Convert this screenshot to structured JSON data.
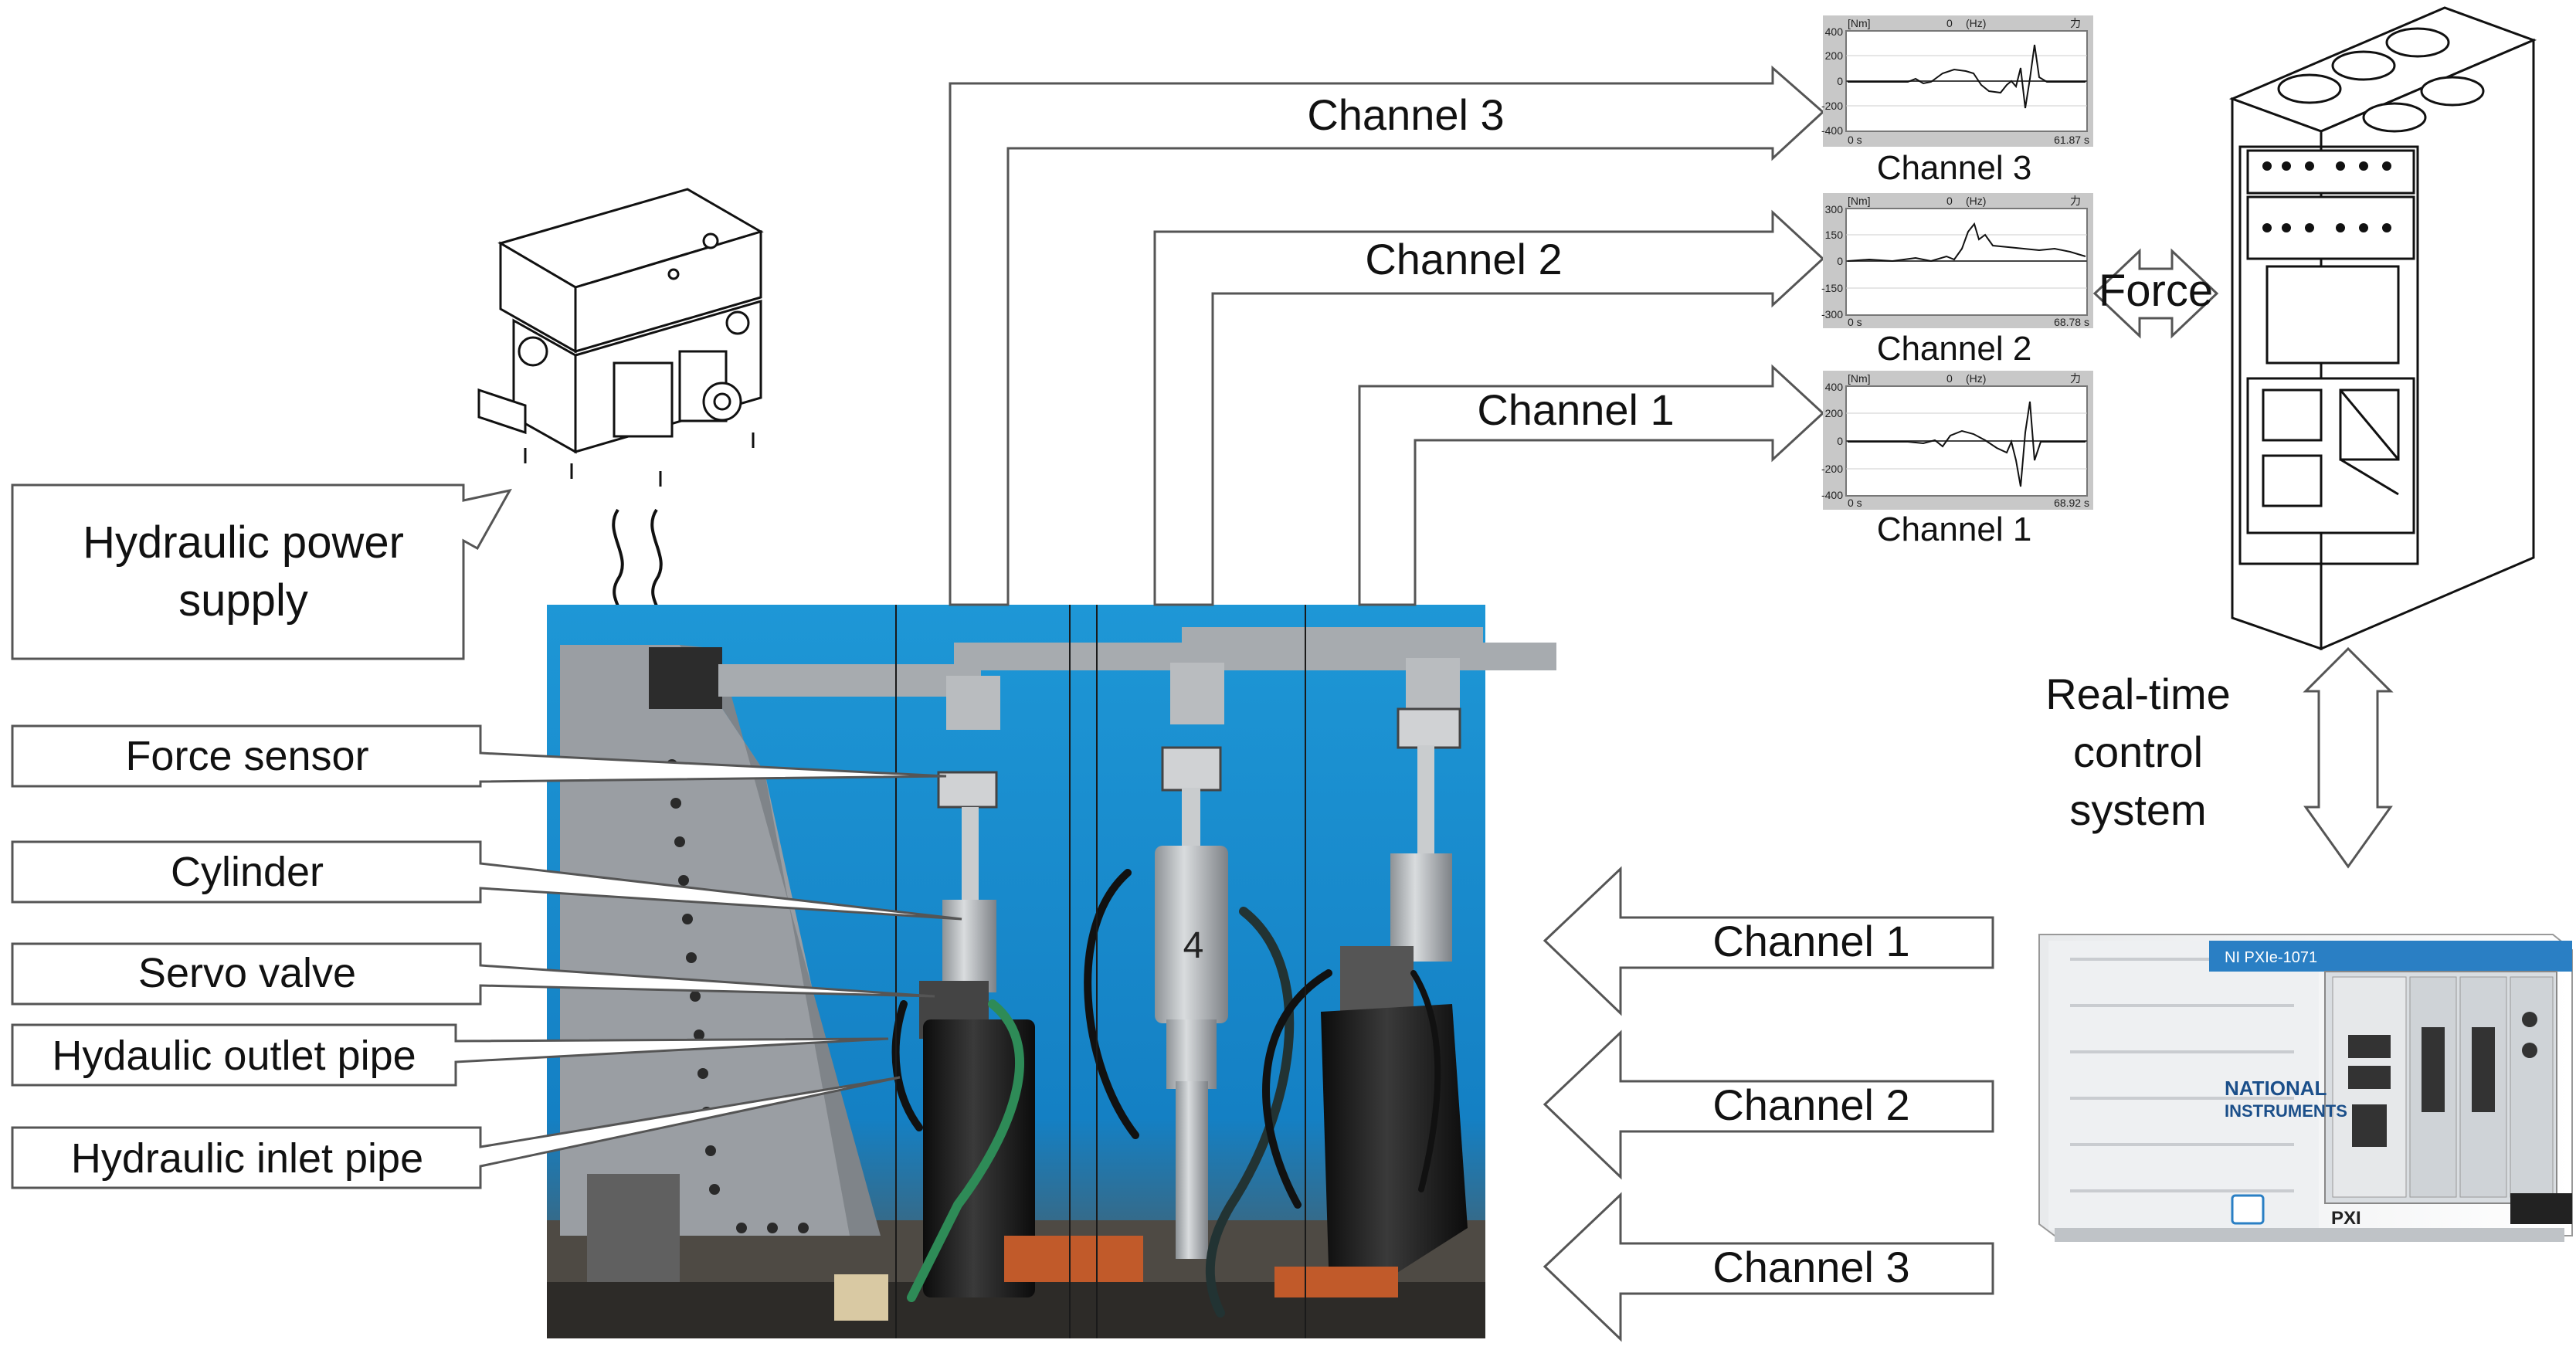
{
  "callouts": {
    "hydraulic_power_supply": [
      "Hydraulic power",
      "supply"
    ],
    "force_sensor": "Force sensor",
    "cylinder": "Cylinder",
    "servo_valve": "Servo valve",
    "outlet_pipe": "Hydaulic outlet pipe",
    "inlet_pipe": "Hydraulic inlet pipe"
  },
  "output_channels": {
    "ch3": "Channel 3",
    "ch2": "Channel 2",
    "ch1": "Channel 1"
  },
  "plots": {
    "ch3": {
      "caption": "Channel 3",
      "header": [
        "[Nm]",
        "0",
        "(Hz)",
        "力"
      ],
      "yticks": [
        "400",
        "200",
        "0",
        "-200",
        "-400"
      ],
      "x_start": "0 s",
      "x_end": "61.87 s"
    },
    "ch2": {
      "caption": "Channel 2",
      "header": [
        "[Nm]",
        "0",
        "(Hz)",
        "力"
      ],
      "yticks": [
        "300",
        "150",
        "0",
        "-150",
        "-300"
      ],
      "x_start": "0 s",
      "x_end": "68.78 s"
    },
    "ch1": {
      "caption": "Channel 1",
      "header": [
        "[Nm]",
        "0",
        "(Hz)",
        "力"
      ],
      "yticks": [
        "400",
        "200",
        "0",
        "-200",
        "-400"
      ],
      "x_start": "0 s",
      "x_end": "68.92 s"
    }
  },
  "force_label": "Force",
  "realtime_label": [
    "Real-time",
    "control",
    "system"
  ],
  "input_channels": {
    "ch1": "Channel 1",
    "ch2": "Channel 2",
    "ch3": "Channel 3"
  },
  "pxi": {
    "model": "NI PXIe-1071",
    "brand": [
      "NATIONAL",
      "INSTRUMENTS"
    ],
    "badge": "PXI"
  },
  "colors": {
    "photo_background": "#1c8fd0",
    "frame_gray": "#9a9ea3",
    "cylinder_black": "#1a1a1a",
    "pxi_blue": "#2a7fc4"
  }
}
